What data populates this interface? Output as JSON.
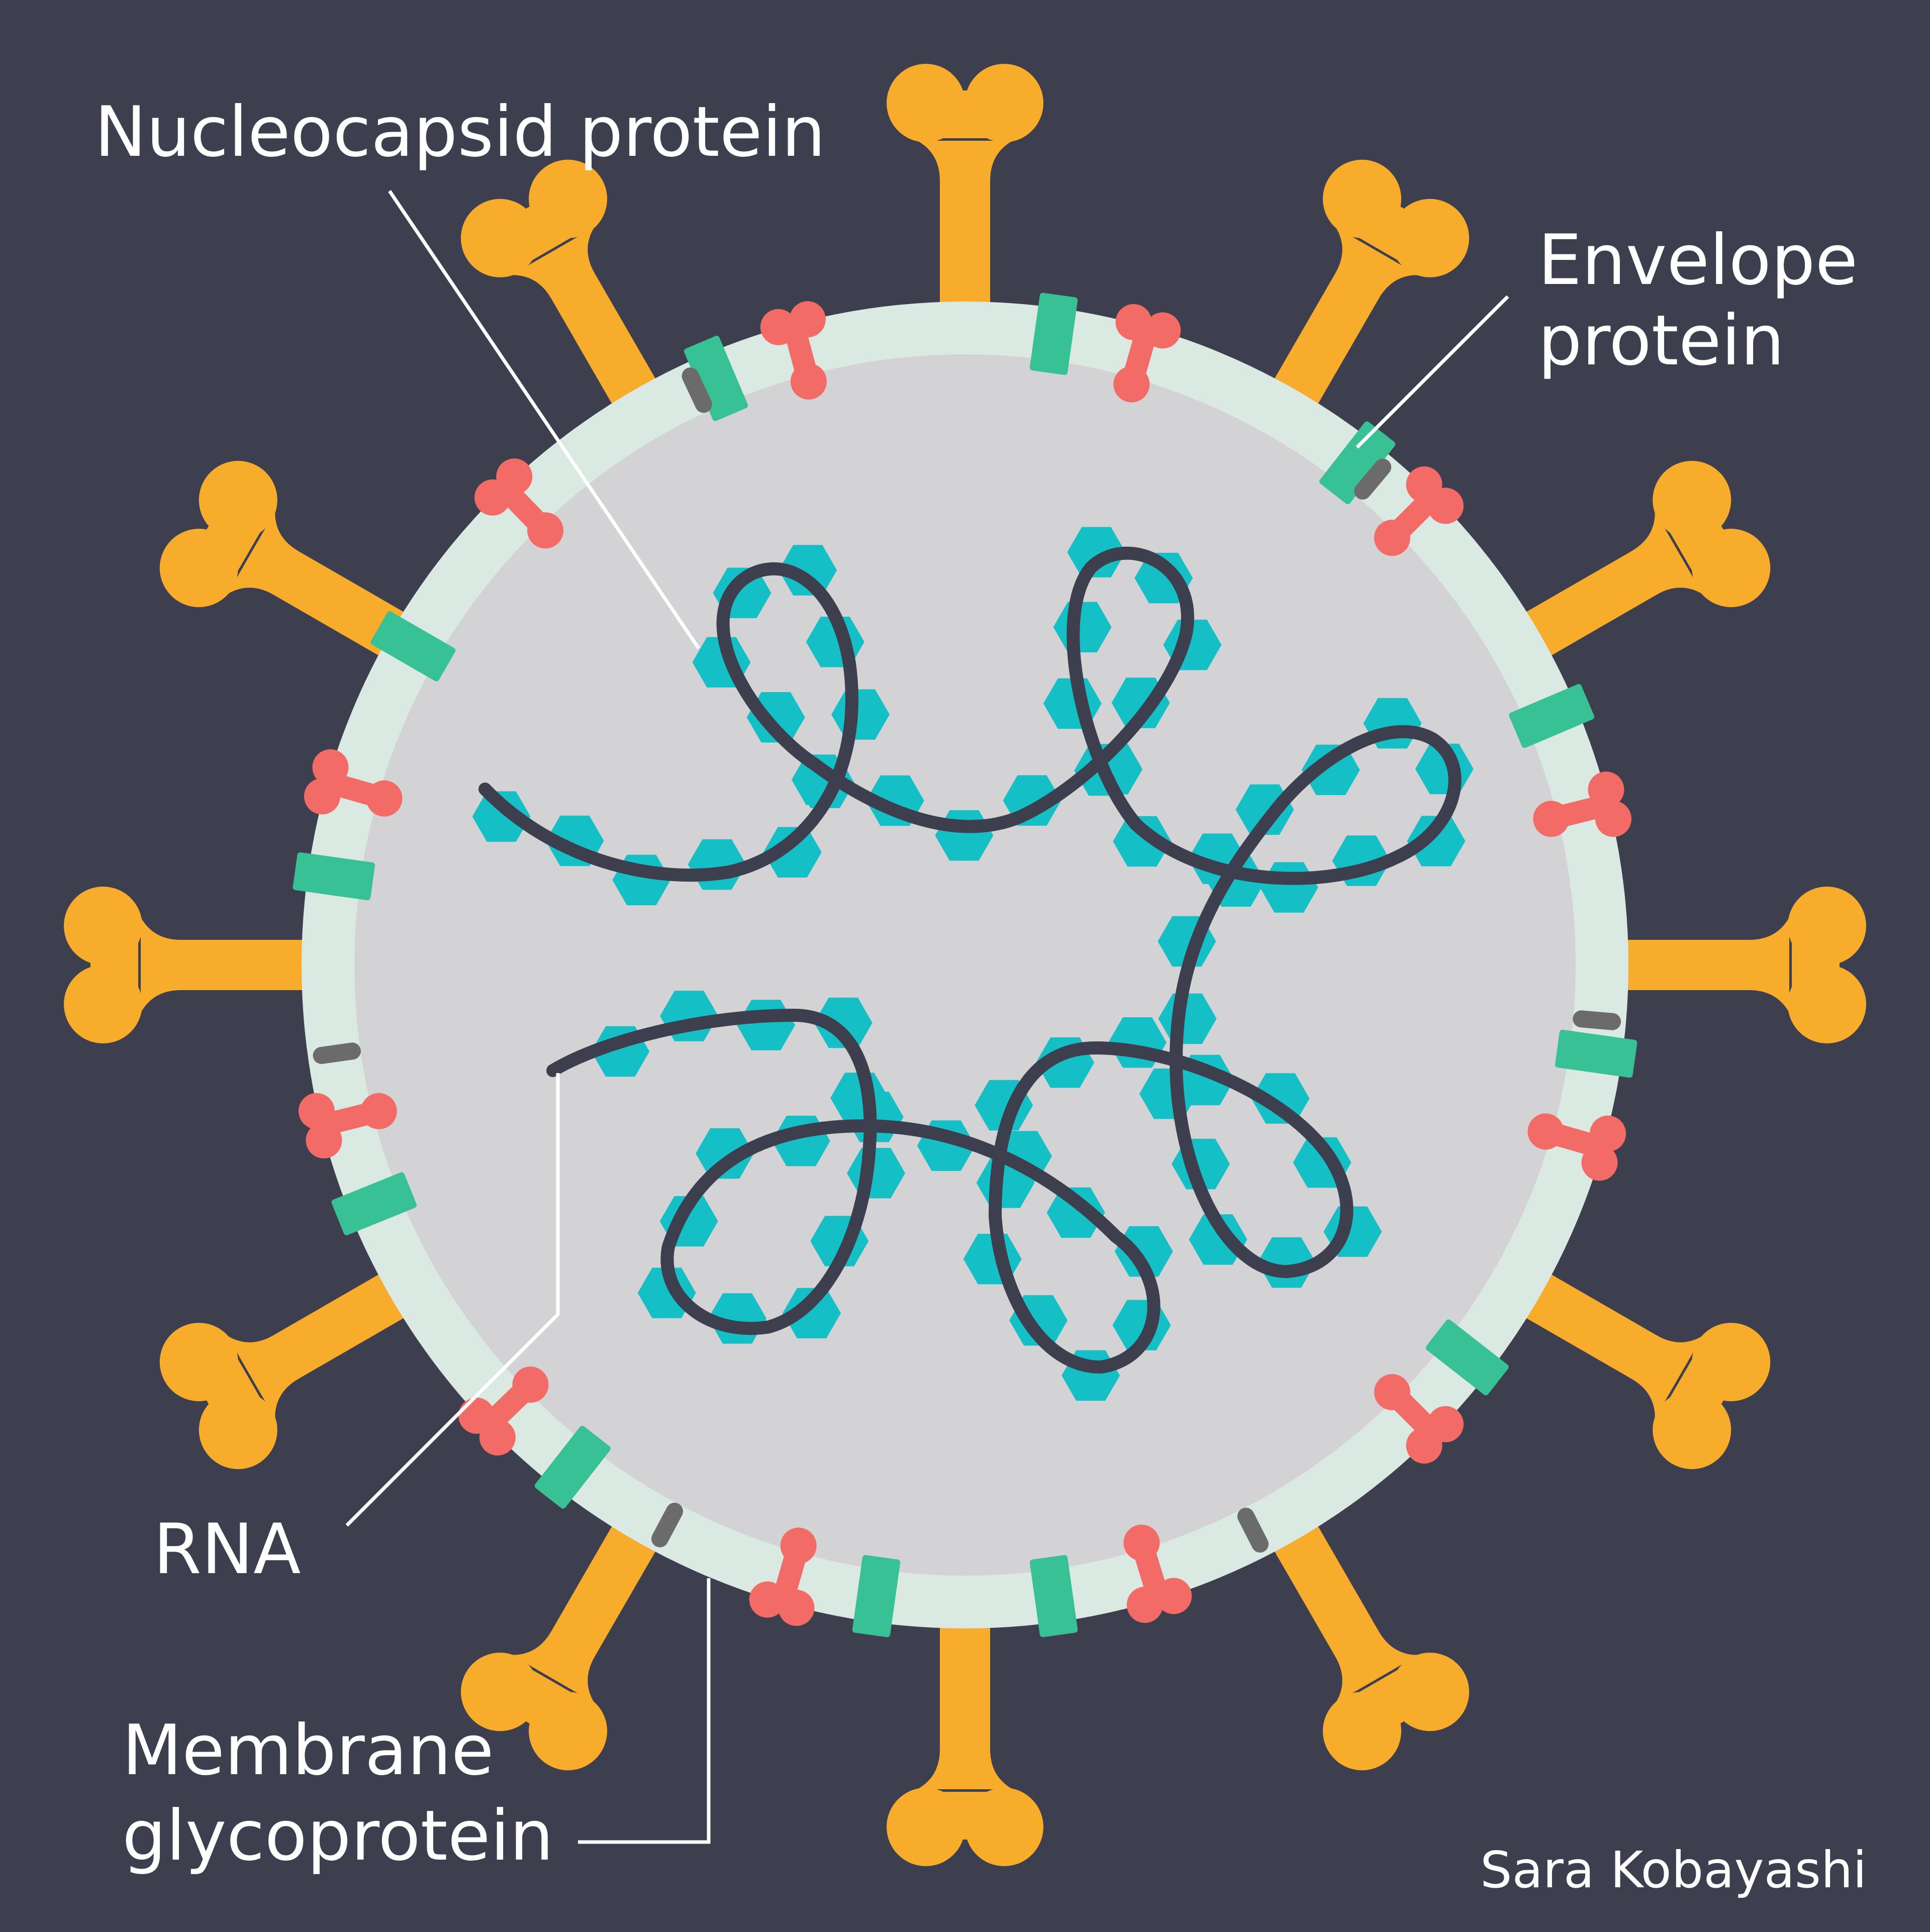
{
  "labels": {
    "nucleocapsid": "Nucleocapsid protein",
    "envelope_1": "Envelope",
    "envelope_2": "protein",
    "rna": "RNA",
    "membrane_1": "Membrane",
    "membrane_2": "glycoprotein",
    "credit": "Sara Kobayashi"
  },
  "colors": {
    "background": "#3d3f4e",
    "membrane": "#daeae2",
    "interior": "#d3d3d5",
    "spike": "#f8ac2b",
    "envelope_protein": "#6b6b6b",
    "membrane_glycoprotein": "#39c196",
    "hemagglutinin": "#f26b66",
    "nucleocapsid": "#14c0c6",
    "rna": "#3d3f4e",
    "leader": "#ffffff"
  }
}
